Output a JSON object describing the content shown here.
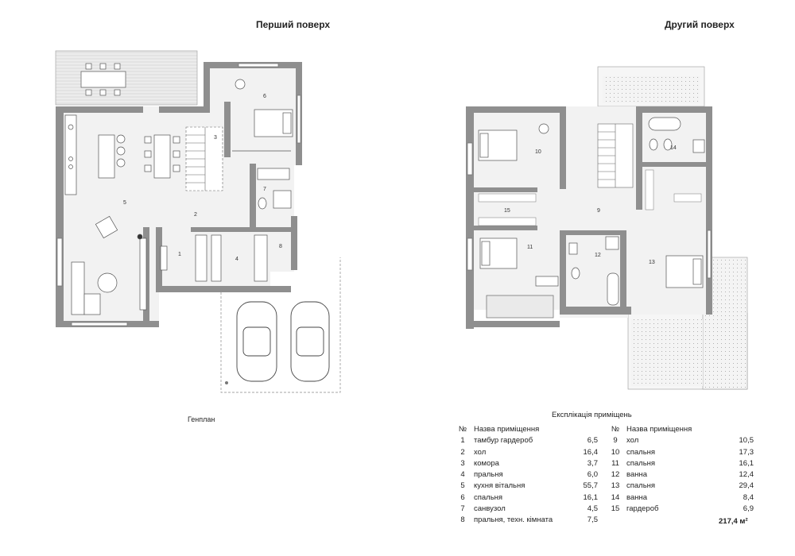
{
  "titles": {
    "first_floor": "Перший поверх",
    "second_floor": "Другий поверх"
  },
  "genplan_label": "Генплан",
  "explication": {
    "title": "Експлікація приміщень",
    "header_no": "№",
    "header_name": "Назва приміщення",
    "rooms_left": [
      {
        "no": "1",
        "name": "тамбур гардероб",
        "area": "6,5"
      },
      {
        "no": "2",
        "name": "хол",
        "area": "16,4"
      },
      {
        "no": "3",
        "name": "комора",
        "area": "3,7"
      },
      {
        "no": "4",
        "name": "пральня",
        "area": "6,0"
      },
      {
        "no": "5",
        "name": "кухня вітальня",
        "area": "55,7"
      },
      {
        "no": "6",
        "name": "спальня",
        "area": "16,1"
      },
      {
        "no": "7",
        "name": "санвузол",
        "area": "4,5"
      },
      {
        "no": "8",
        "name": "пральня, техн. кімната",
        "area": "7,5"
      }
    ],
    "rooms_right": [
      {
        "no": "9",
        "name": "хол",
        "area": "10,5"
      },
      {
        "no": "10",
        "name": "спальня",
        "area": "17,3"
      },
      {
        "no": "11",
        "name": "спальня",
        "area": "16,1"
      },
      {
        "no": "12",
        "name": "ванна",
        "area": "12,4"
      },
      {
        "no": "13",
        "name": "спальня",
        "area": "29,4"
      },
      {
        "no": "14",
        "name": "ванна",
        "area": "8,4"
      },
      {
        "no": "15",
        "name": "гардероб",
        "area": "6,9"
      }
    ],
    "total": "217,4 м²"
  },
  "plan_labels": {
    "first": [
      "1",
      "2",
      "3",
      "4",
      "5",
      "6",
      "7",
      "8"
    ],
    "second": [
      "9",
      "10",
      "11",
      "12",
      "13",
      "14",
      "15"
    ]
  },
  "colors": {
    "wall": "#8f8f8f",
    "room": "#f2f2f2",
    "terrace": "#e6e6e6",
    "line": "#555555"
  }
}
